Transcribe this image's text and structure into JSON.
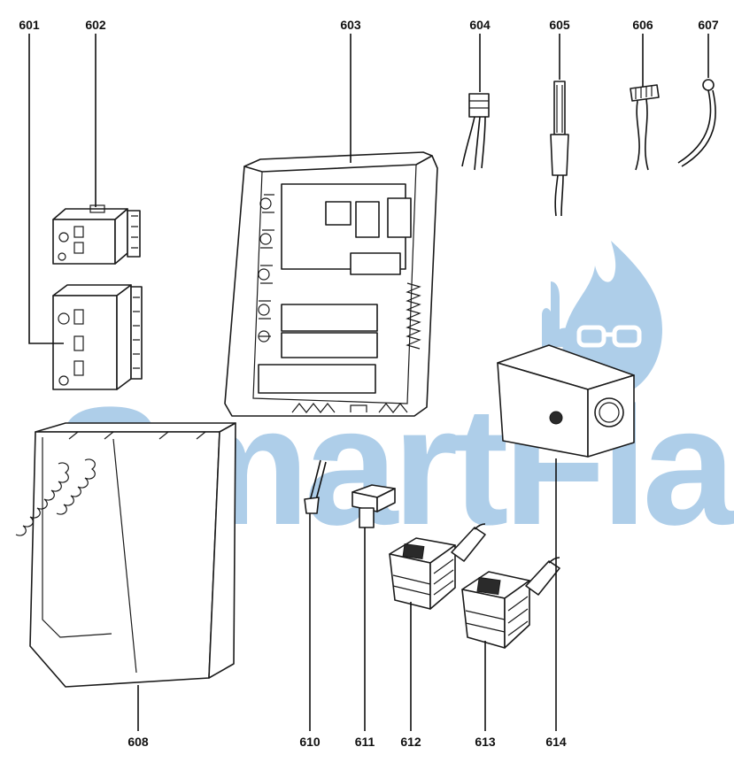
{
  "diagram": {
    "labels": {
      "p601": "601",
      "p602": "602",
      "p603": "603",
      "p604": "604",
      "p605": "605",
      "p606": "606",
      "p607": "607",
      "p608": "608",
      "p610": "610",
      "p611": "611",
      "p612": "612",
      "p613": "613",
      "p614": "614"
    },
    "watermark": {
      "text": "SmartFlam",
      "color": "#7aaedb"
    }
  }
}
